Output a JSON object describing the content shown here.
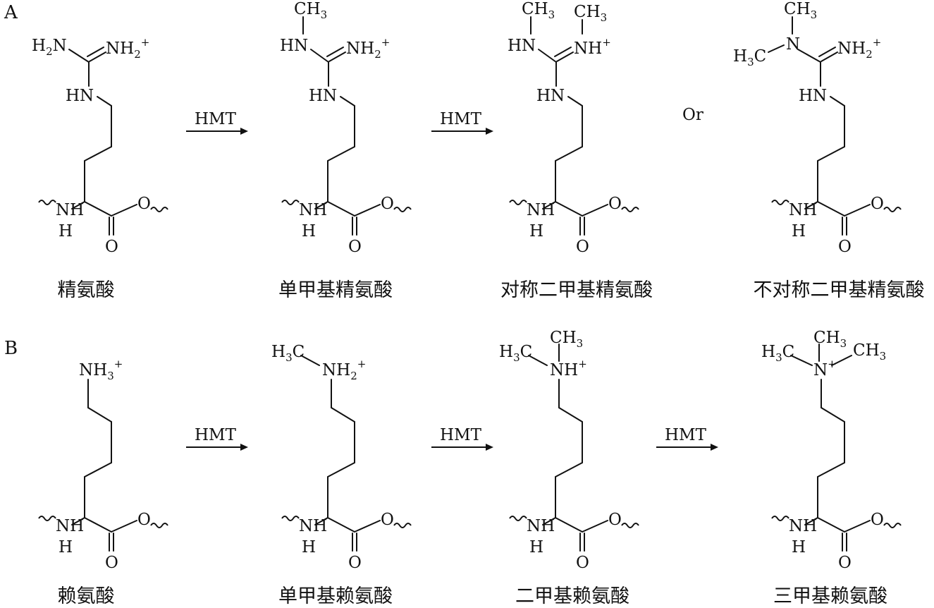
{
  "panels": {
    "a": {
      "label": "A",
      "arrow_label": "HMT",
      "or_label": "Or",
      "captions": [
        "精氨酸",
        "单甲基精氨酸",
        "对称二甲基精氨酸",
        "不对称二甲基精氨酸"
      ]
    },
    "b": {
      "label": "B",
      "arrow_label": "HMT",
      "captions": [
        "赖氨酸",
        "单甲基赖氨酸",
        "二甲基赖氨酸",
        "三甲基赖氨酸"
      ]
    }
  },
  "atoms": {
    "h2n": "H",
    "h2n_sub": "2",
    "h2n_tail": "N",
    "nh2": "NH",
    "nh2_sub": "2",
    "plus": "+",
    "nh": "NH",
    "hn": "HN",
    "n": "N",
    "h": "H",
    "o": "O",
    "ch3": "CH",
    "ch3_sub": "3",
    "h3c": "H",
    "h3c_sub": "3",
    "h3c_tail": "C",
    "nh3": "NH",
    "nh3_sub": "3"
  }
}
